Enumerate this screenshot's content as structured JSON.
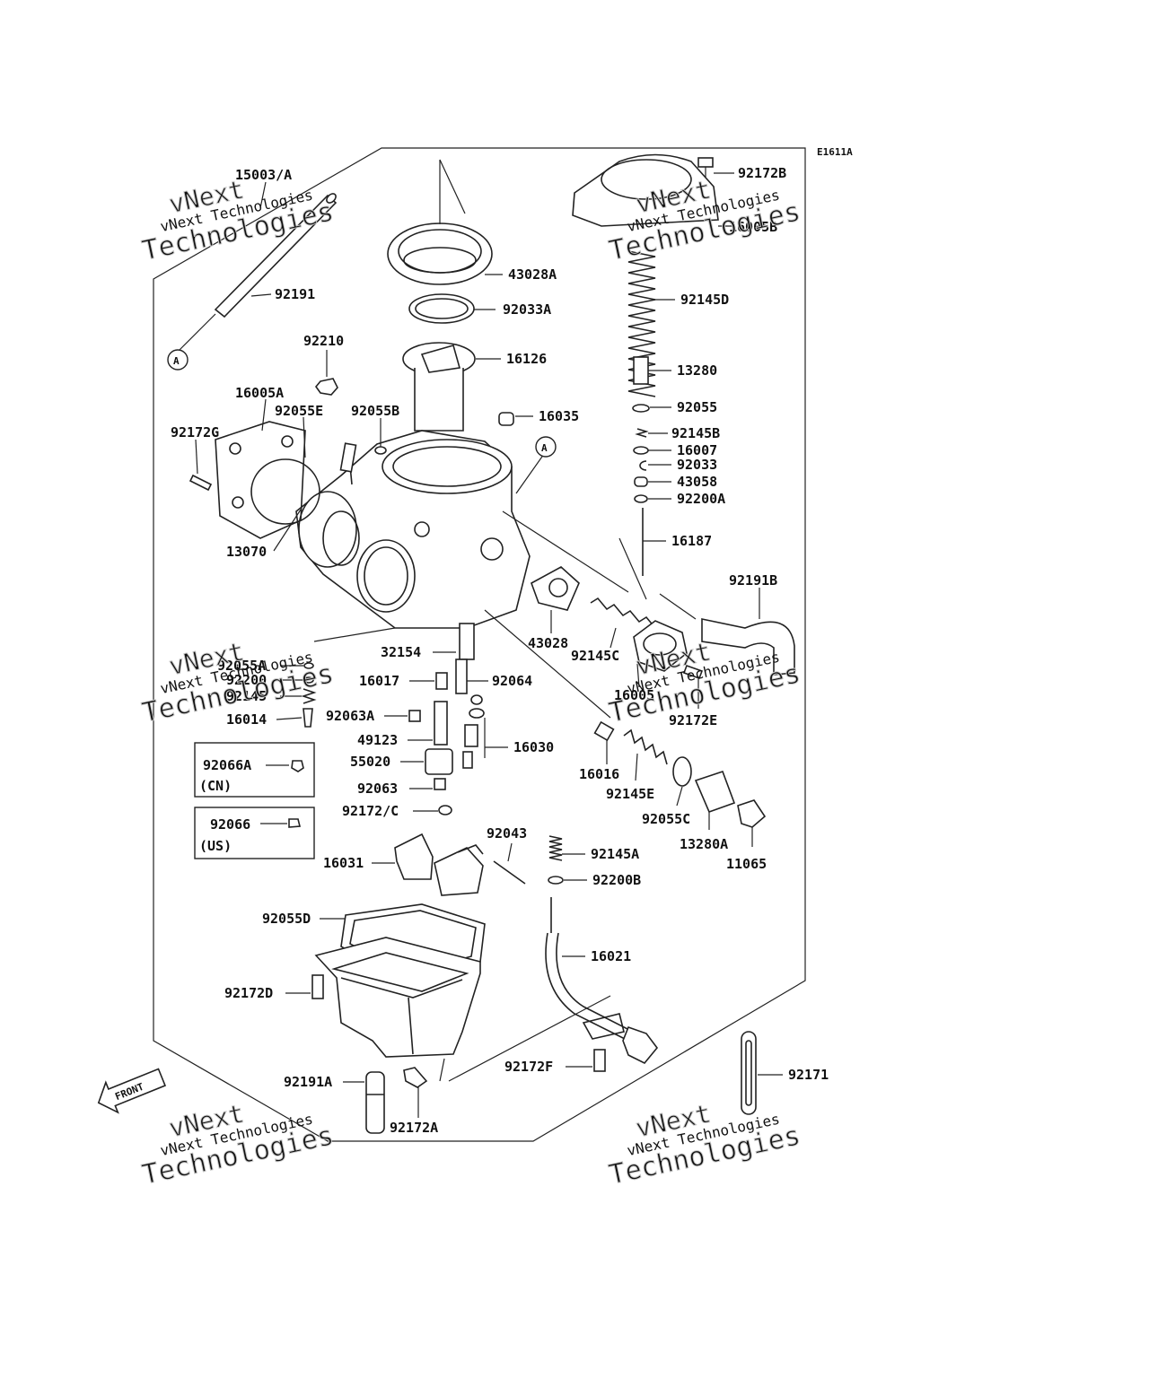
{
  "figure_code": "E1611A",
  "callouts": [
    {
      "id": "15003_a",
      "text": "15003/A"
    },
    {
      "id": "92191",
      "text": "92191"
    },
    {
      "id": "a_left",
      "text": "A"
    },
    {
      "id": "92210",
      "text": "92210"
    },
    {
      "id": "16005a",
      "text": "16005A"
    },
    {
      "id": "92055e",
      "text": "92055E"
    },
    {
      "id": "92055b",
      "text": "92055B"
    },
    {
      "id": "92172g",
      "text": "92172G"
    },
    {
      "id": "13070",
      "text": "13070"
    },
    {
      "id": "43028a",
      "text": "43028A"
    },
    {
      "id": "92033a",
      "text": "92033A"
    },
    {
      "id": "16126",
      "text": "16126"
    },
    {
      "id": "16035",
      "text": "16035"
    },
    {
      "id": "a_right",
      "text": "A"
    },
    {
      "id": "92172b",
      "text": "92172B"
    },
    {
      "id": "16005b",
      "text": "16005B"
    },
    {
      "id": "92145d",
      "text": "92145D"
    },
    {
      "id": "13280",
      "text": "13280"
    },
    {
      "id": "92055",
      "text": "92055"
    },
    {
      "id": "92145b",
      "text": "92145B"
    },
    {
      "id": "16007",
      "text": "16007"
    },
    {
      "id": "92033",
      "text": "92033"
    },
    {
      "id": "43058",
      "text": "43058"
    },
    {
      "id": "92200a",
      "text": "92200A"
    },
    {
      "id": "16187",
      "text": "16187"
    },
    {
      "id": "92191b",
      "text": "92191B"
    },
    {
      "id": "43028",
      "text": "43028"
    },
    {
      "id": "92145c",
      "text": "92145C"
    },
    {
      "id": "16005",
      "text": "16005"
    },
    {
      "id": "92172e",
      "text": "92172E"
    },
    {
      "id": "32154",
      "text": "32154"
    },
    {
      "id": "92055a",
      "text": "92055A"
    },
    {
      "id": "92200",
      "text": "92200"
    },
    {
      "id": "92145",
      "text": "92145"
    },
    {
      "id": "16014",
      "text": "16014"
    },
    {
      "id": "16017",
      "text": "16017"
    },
    {
      "id": "92064",
      "text": "92064"
    },
    {
      "id": "92063a",
      "text": "92063A"
    },
    {
      "id": "49123",
      "text": "49123"
    },
    {
      "id": "16030",
      "text": "16030"
    },
    {
      "id": "55020",
      "text": "55020"
    },
    {
      "id": "92063",
      "text": "92063"
    },
    {
      "id": "92172_c",
      "text": "92172/C"
    },
    {
      "id": "16016",
      "text": "16016"
    },
    {
      "id": "92145e",
      "text": "92145E"
    },
    {
      "id": "92055c",
      "text": "92055C"
    },
    {
      "id": "13280a",
      "text": "13280A"
    },
    {
      "id": "11065",
      "text": "11065"
    },
    {
      "id": "92043",
      "text": "92043"
    },
    {
      "id": "92145a",
      "text": "92145A"
    },
    {
      "id": "92200b",
      "text": "92200B"
    },
    {
      "id": "16031",
      "text": "16031"
    },
    {
      "id": "92055d",
      "text": "92055D"
    },
    {
      "id": "16021",
      "text": "16021"
    },
    {
      "id": "92172d",
      "text": "92172D"
    },
    {
      "id": "92172f",
      "text": "92172F"
    },
    {
      "id": "92171",
      "text": "92171"
    },
    {
      "id": "92191a",
      "text": "92191A"
    },
    {
      "id": "92172a",
      "text": "92172A"
    }
  ],
  "variant_boxes": [
    {
      "id": "cn",
      "part": "92066A",
      "region": "(CN)"
    },
    {
      "id": "us",
      "part": "92066",
      "region": "(US)"
    }
  ],
  "front_arrow": "FRONT",
  "watermark": {
    "line1": "vNext",
    "line2": "vNext Technologies",
    "line3": "Technologies"
  }
}
